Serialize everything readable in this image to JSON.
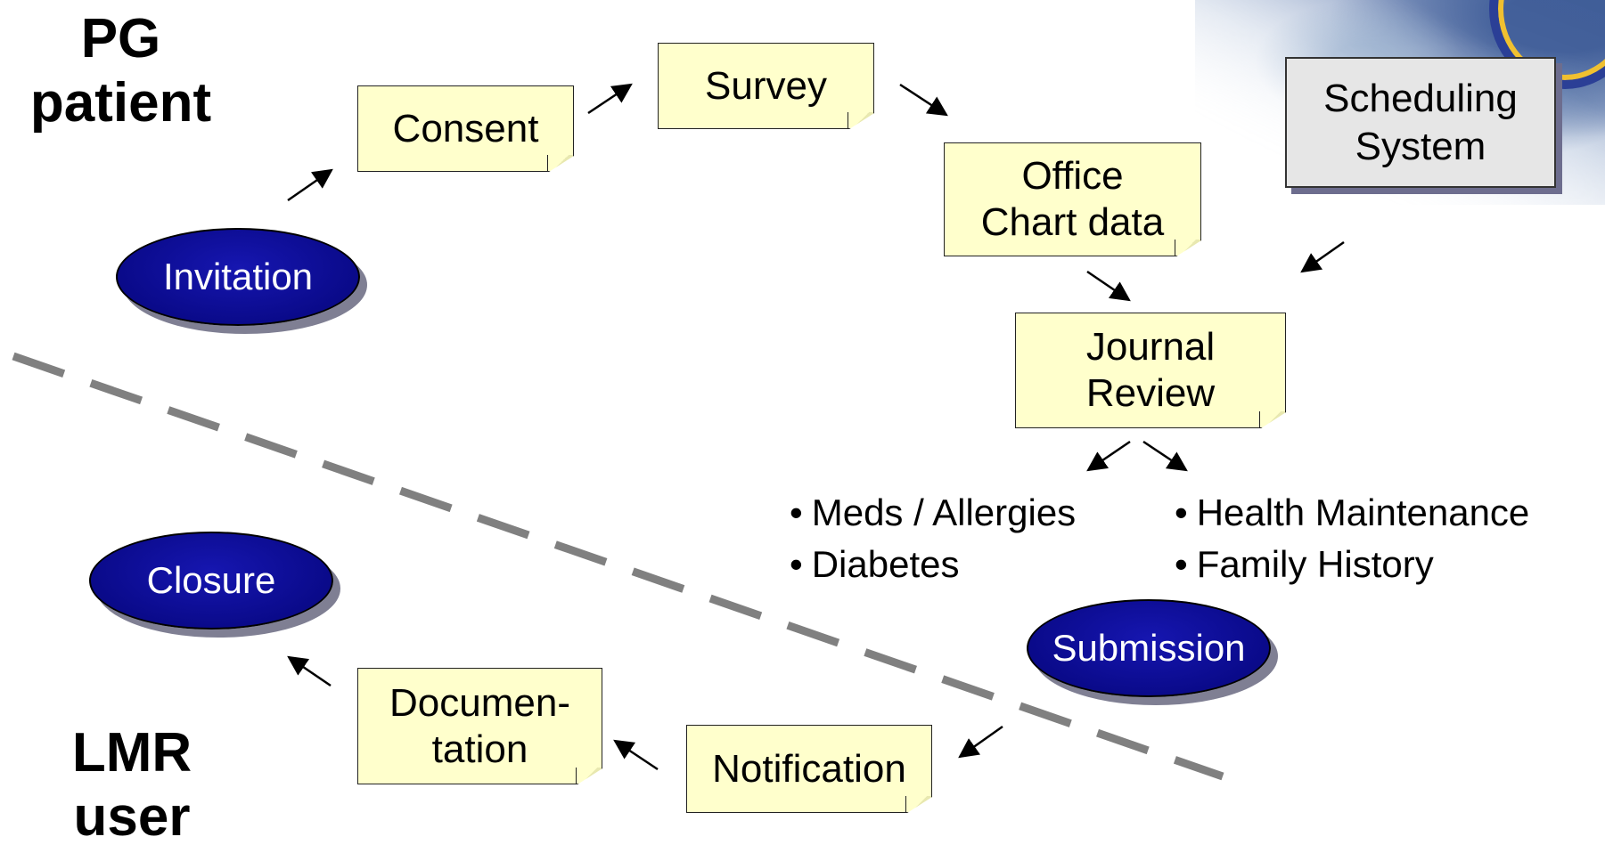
{
  "labels": {
    "top": "PG\npatient",
    "bottom": "LMR\nuser"
  },
  "nodes": {
    "invitation": "Invitation",
    "consent": "Consent",
    "survey": "Survey",
    "office_chart": "Office\nChart data",
    "scheduling": "Scheduling\nSystem",
    "journal_review": "Journal\nReview",
    "submission": "Submission",
    "notification": "Notification",
    "documentation": "Documen-\ntation",
    "closure": "Closure"
  },
  "review_items": {
    "left": [
      "Meds / Allergies",
      "Diabetes"
    ],
    "right": [
      "Health Maintenance",
      "Family History"
    ]
  },
  "bullet_char": "•",
  "colors": {
    "note_fill": "#ffffcc",
    "oval_fill": "#0a0a8a",
    "system_fill": "#e6e6e6",
    "divider": "#808080"
  }
}
